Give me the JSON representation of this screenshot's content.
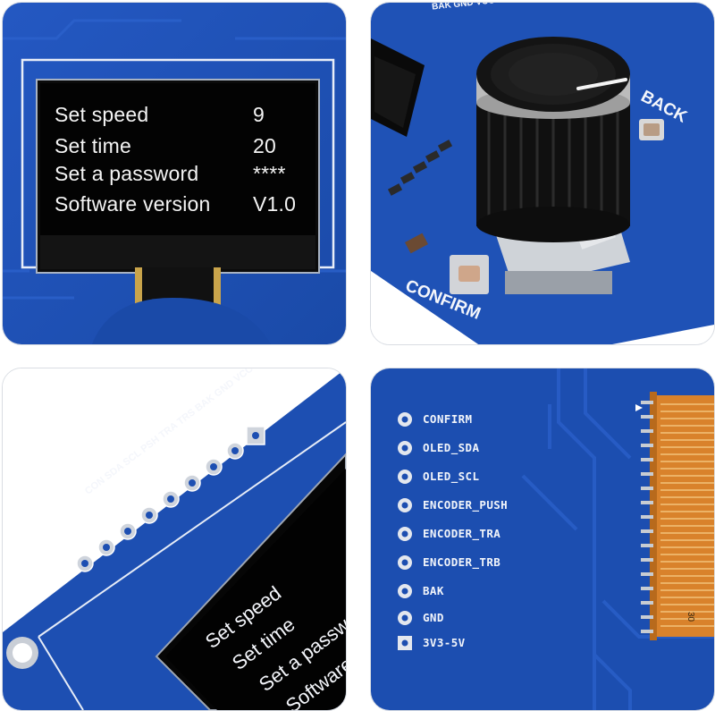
{
  "oled_menu": [
    {
      "label": "Set speed",
      "value": "9"
    },
    {
      "label": "Set time",
      "value": "20"
    },
    {
      "label": "Set a password",
      "value": "****"
    },
    {
      "label": "Software version",
      "value": "V1.0"
    }
  ],
  "board_labels": {
    "back": "BACK",
    "confirm": "CONFIRM",
    "header_top": "BAK GND VCC",
    "header_row": "CON SDA SCL PSH TRA TRS BAK GND VCC"
  },
  "angled_menu": [
    "Set speed",
    "Set time",
    "Set a passwo",
    "Software"
  ],
  "pin_labels": [
    "CONFIRM",
    "OLED_SDA",
    "OLED_SCL",
    "ENCODER_PUSH",
    "ENCODER_TRA",
    "ENCODER_TRB",
    "BAK",
    "GND",
    "3V3-5V"
  ],
  "fpc_mark": "30",
  "colors": {
    "pcb_blue": "#1e4fb0",
    "pcb_dark": "#173f92",
    "oled_black": "#050505",
    "fpc_amber": "#d9822b",
    "silk_white": "#f2f5fa"
  }
}
